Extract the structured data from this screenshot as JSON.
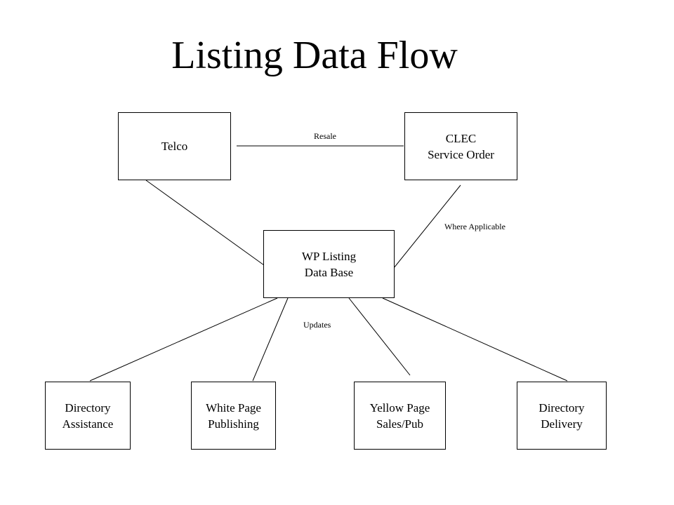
{
  "title": "Listing Data Flow",
  "nodes": {
    "telco": "Telco",
    "clec": "CLEC\nService Order",
    "wp_db": "WP Listing\nData Base",
    "directory_assistance": "Directory\nAssistance",
    "white_page": "White Page\nPublishing",
    "yellow_page": "Yellow Page\nSales/Pub",
    "directory_delivery": "Directory\nDelivery"
  },
  "labels": {
    "resale": "Resale",
    "where_applicable": "Where Applicable",
    "updates": "Updates"
  }
}
